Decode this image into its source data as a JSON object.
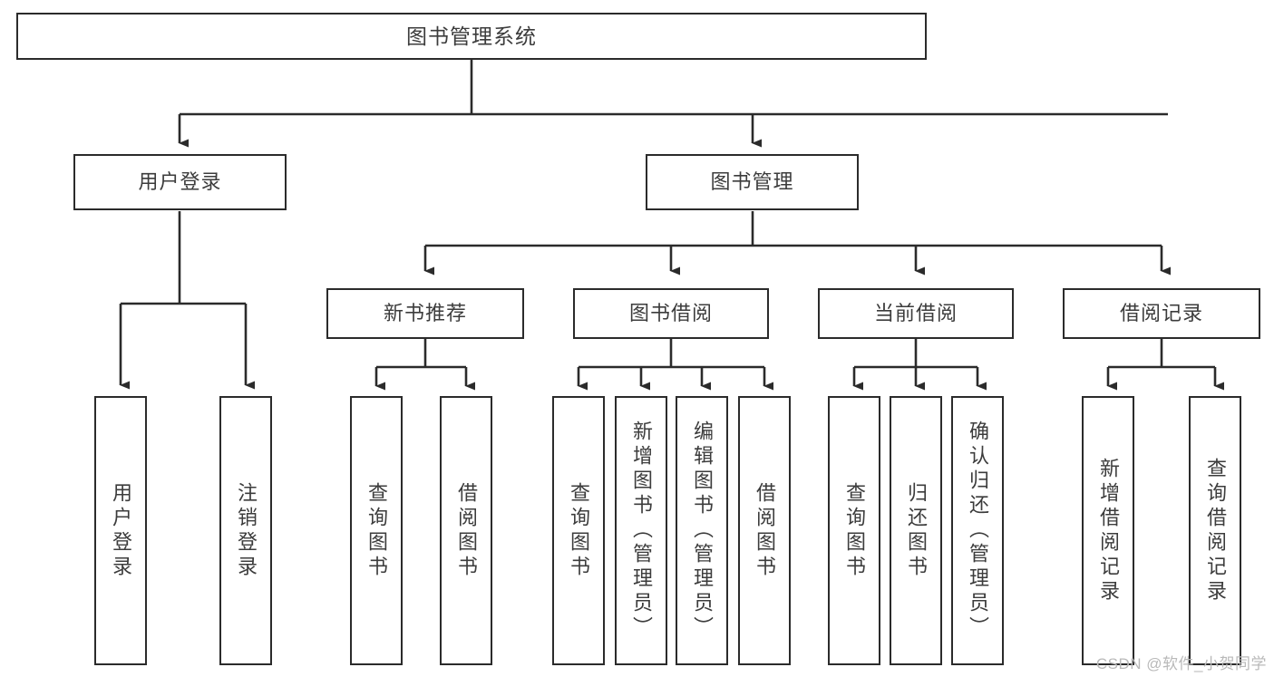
{
  "diagram": {
    "title": "图书管理系统",
    "type": "tree-hierarchy-chart",
    "colors": {
      "box_border": "#2b2b2b",
      "box_fill": "#ffffff",
      "edge": "#2b2b2b",
      "text": "#3c3c3c",
      "watermark": "#b9b9b9"
    },
    "root": {
      "id": "root",
      "label": "图书管理系统"
    },
    "level2": [
      {
        "id": "user-login",
        "label": "用户登录"
      },
      {
        "id": "book-management",
        "label": "图书管理"
      }
    ],
    "level3": [
      {
        "id": "new-book-recommend",
        "label": "新书推荐",
        "parent": "book-management"
      },
      {
        "id": "book-borrow",
        "label": "图书借阅",
        "parent": "book-management"
      },
      {
        "id": "current-borrow",
        "label": "当前借阅",
        "parent": "book-management"
      },
      {
        "id": "borrow-record",
        "label": "借阅记录",
        "parent": "book-management"
      }
    ],
    "leaves": [
      {
        "id": "leaf-user-login",
        "label": "用户登录",
        "parent": "user-login"
      },
      {
        "id": "leaf-user-logout",
        "label": "注销登录",
        "parent": "user-login"
      },
      {
        "id": "leaf-query-book-1",
        "label": "查询图书",
        "parent": "new-book-recommend"
      },
      {
        "id": "leaf-borrow-book-1",
        "label": "借阅图书",
        "parent": "new-book-recommend"
      },
      {
        "id": "leaf-query-book-2",
        "label": "查询图书",
        "parent": "book-borrow"
      },
      {
        "id": "leaf-add-book",
        "label": "新增图书（管理员）",
        "parent": "book-borrow"
      },
      {
        "id": "leaf-edit-book",
        "label": "编辑图书（管理员）",
        "parent": "book-borrow"
      },
      {
        "id": "leaf-borrow-book-2",
        "label": "借阅图书",
        "parent": "book-borrow"
      },
      {
        "id": "leaf-query-book-3",
        "label": "查询图书",
        "parent": "current-borrow"
      },
      {
        "id": "leaf-return-book",
        "label": "归还图书",
        "parent": "current-borrow"
      },
      {
        "id": "leaf-confirm-return",
        "label": "确认归还（管理员）",
        "parent": "current-borrow"
      },
      {
        "id": "leaf-add-record",
        "label": "新增借阅记录",
        "parent": "borrow-record"
      },
      {
        "id": "leaf-query-record",
        "label": "查询借阅记录",
        "parent": "borrow-record"
      }
    ]
  },
  "watermark": {
    "text": "CSDN @软件_小贺同学"
  }
}
